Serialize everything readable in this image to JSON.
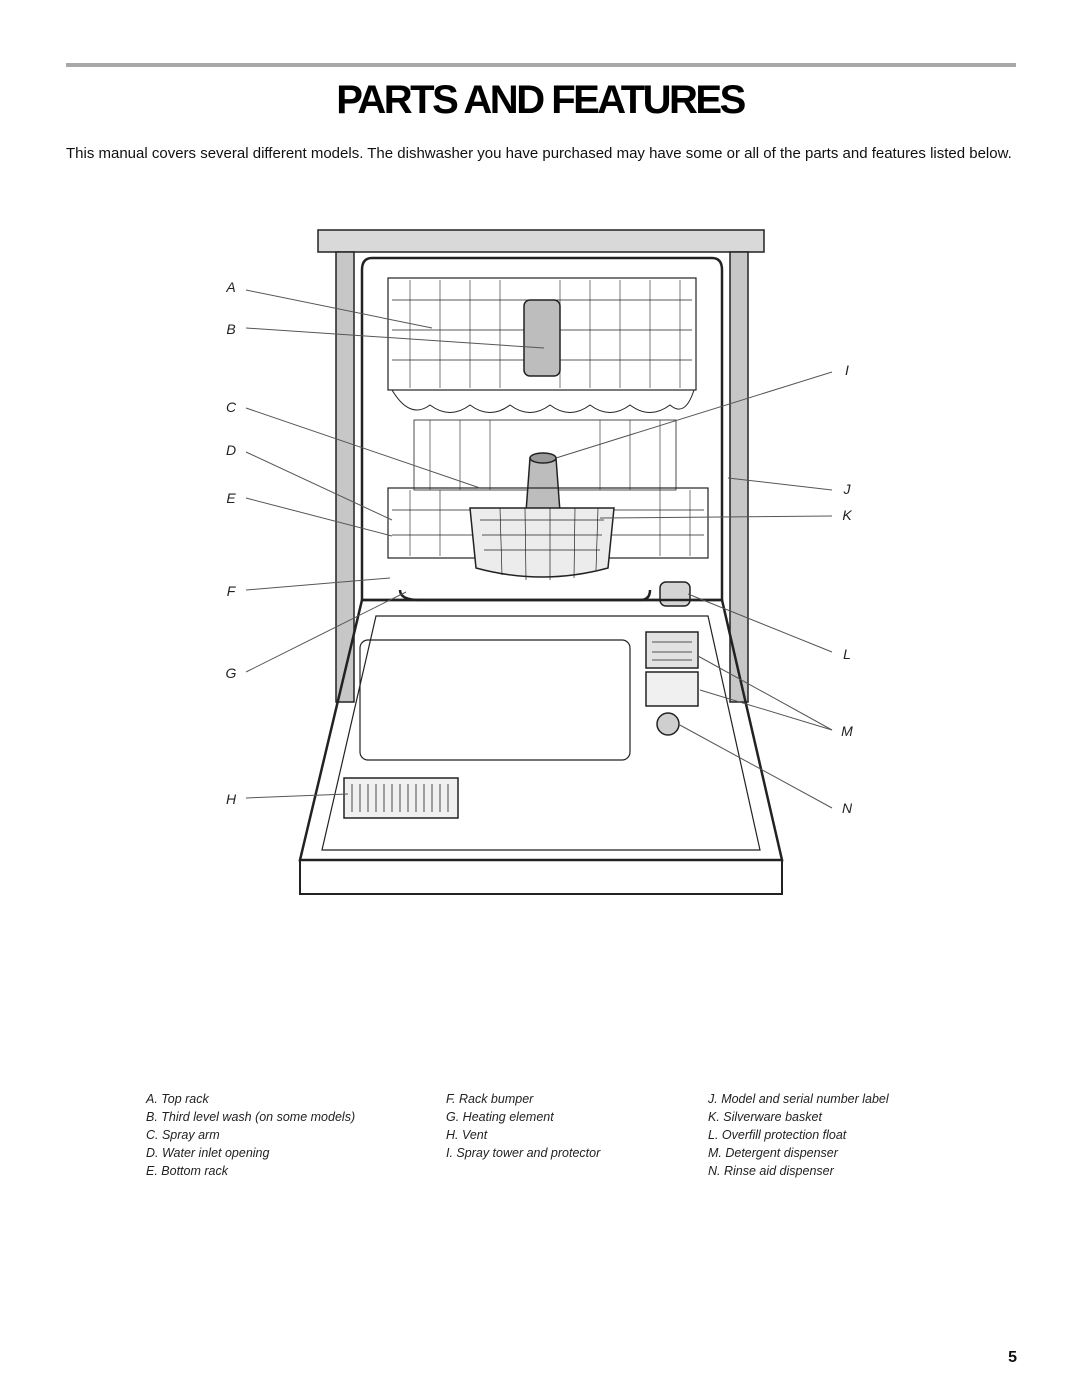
{
  "page": {
    "title": "PARTS AND FEATURES",
    "intro": "This manual covers several different models. The dishwasher you have purchased may have some or all of the parts and features listed below.",
    "page_number": "5"
  },
  "callouts": {
    "A": "A",
    "B": "B",
    "C": "C",
    "D": "D",
    "E": "E",
    "F": "F",
    "G": "G",
    "H": "H",
    "I": "I",
    "J": "J",
    "K": "K",
    "L": "L",
    "M": "M",
    "N": "N"
  },
  "legend": {
    "col1": [
      "A. Top rack",
      "B. Third level wash (on some models)",
      "C. Spray arm",
      "D. Water inlet opening",
      "E. Bottom rack"
    ],
    "col2": [
      "F. Rack bumper",
      "G. Heating element",
      "H. Vent",
      "I. Spray tower and protector"
    ],
    "col3": [
      "J. Model and serial number label",
      "K. Silverware basket",
      "L. Overfill protection float",
      "M. Detergent dispenser",
      "N. Rinse aid dispenser"
    ]
  }
}
